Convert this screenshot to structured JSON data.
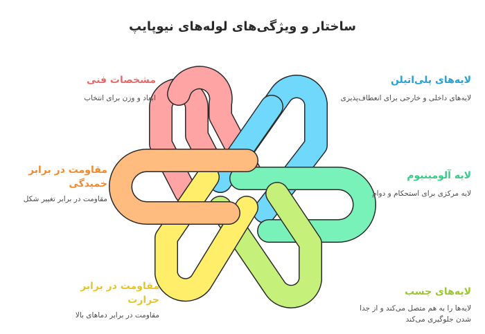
{
  "title": "ساختار و ویژگی‌های لوله‌های نیوپایپ",
  "colors": {
    "red": "#ffa4a4",
    "blue": "#6fd8fb",
    "green": "#78f2b8",
    "lime": "#c5f07a",
    "yellow": "#ffee6a",
    "orange": "#ffbc7e",
    "outline": "#2a2a2a"
  },
  "items": {
    "specs": {
      "heading": "مشخصات فنی",
      "desc": "ابعاد و وزن برای انتخاب",
      "color": "#e56b6b"
    },
    "poly": {
      "heading": "لایه‌های پلی‌اتیلن",
      "desc": "لایه‌های داخلی و خارجی برای انعطاف‌پذیری",
      "color": "#2a9fd0"
    },
    "alum": {
      "heading": "لایه آلومینیوم",
      "desc": "لایه مرکزی برای استحکام و دوام",
      "color": "#3cc989"
    },
    "bend": {
      "heading": "مقاومت در برابر خمیدگی",
      "desc": "مقاومت در برابر تغییر شکل",
      "color": "#f08a2e"
    },
    "glue": {
      "heading": "لایه‌های چسب",
      "desc": "لایه‌ها را به هم متصل می‌کند و از جدا شدن جلوگیری می‌کند",
      "color": "#9cc734"
    },
    "heat": {
      "heading": "مقاومت در برابر حرارت",
      "desc": "مقاومت در برابر دماهای بالا",
      "color": "#e5c52a"
    }
  }
}
